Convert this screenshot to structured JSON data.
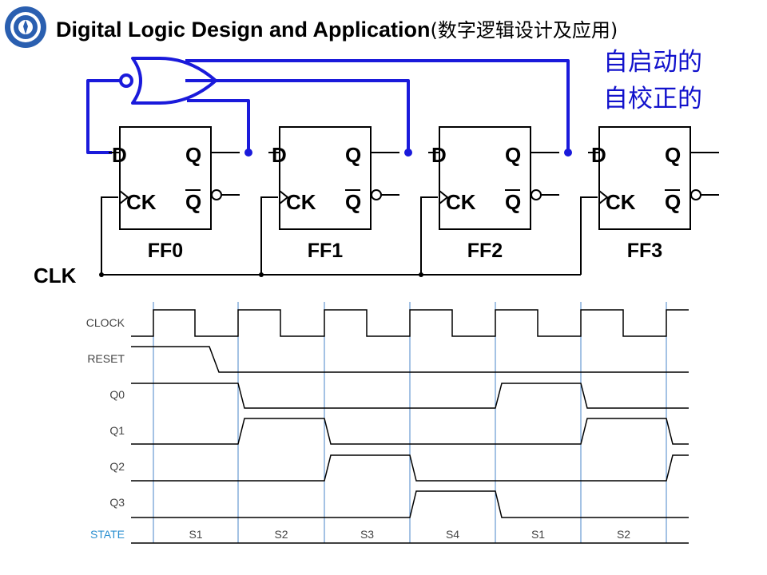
{
  "header": {
    "title_en": "Digital Logic Design and Application",
    "title_cn": "(数字逻辑设计及应用)"
  },
  "annotation": {
    "line1": "自启动的",
    "line2": "自校正的"
  },
  "circuit": {
    "flipflops": [
      {
        "name": "FF0",
        "pin_d": "D",
        "pin_q": "Q",
        "pin_ck": "CK",
        "pin_qn": "Q"
      },
      {
        "name": "FF1",
        "pin_d": "D",
        "pin_q": "Q",
        "pin_ck": "CK",
        "pin_qn": "Q"
      },
      {
        "name": "FF2",
        "pin_d": "D",
        "pin_q": "Q",
        "pin_ck": "CK",
        "pin_qn": "Q"
      },
      {
        "name": "FF3",
        "pin_d": "D",
        "pin_q": "Q",
        "pin_ck": "CK",
        "pin_qn": "Q"
      }
    ],
    "clock_label": "CLK",
    "gate": "NOR",
    "colors": {
      "feedback": "#1a1adb",
      "wire": "#000000"
    }
  },
  "timing": {
    "signals": [
      "CLOCK",
      "RESET",
      "Q0",
      "Q1",
      "Q2",
      "Q3"
    ],
    "state_label": "STATE",
    "states": [
      "S1",
      "S2",
      "S3",
      "S4",
      "S1",
      "S2"
    ],
    "colors": {
      "trace": "#000000",
      "gridline": "#4a86c8",
      "state": "#2a8fd0"
    }
  }
}
